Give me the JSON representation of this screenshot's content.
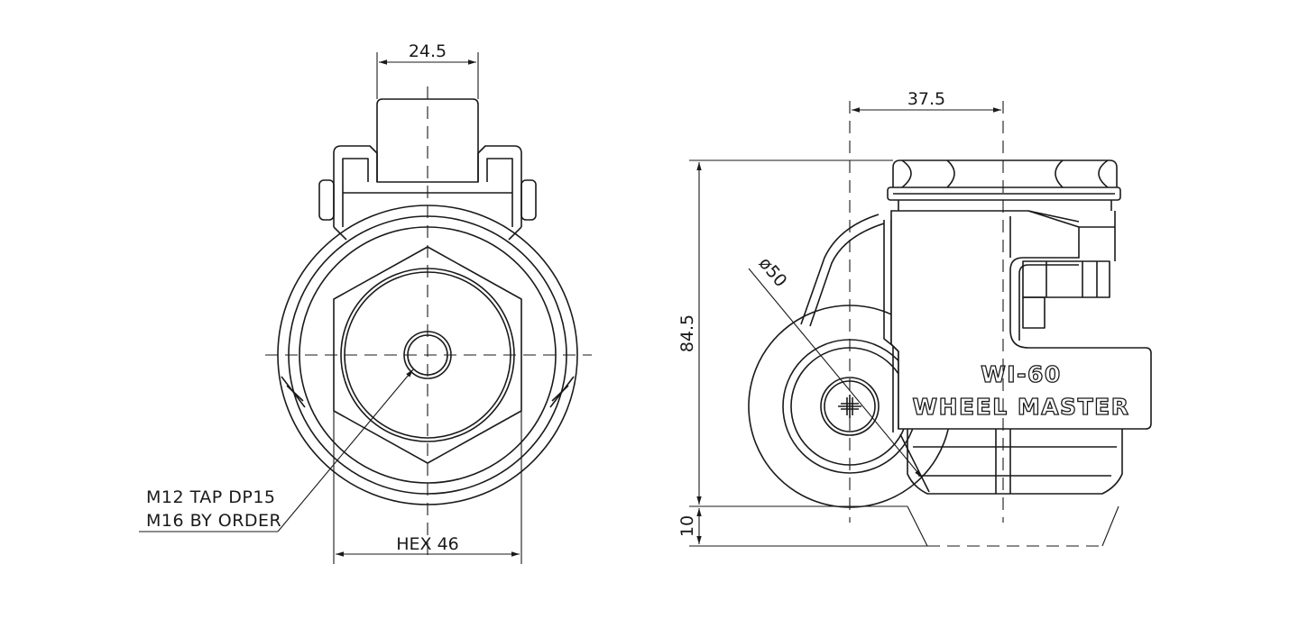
{
  "dimensions": {
    "yoke_width": "24.5",
    "hex_size": "HEX 46",
    "offset": "37.5",
    "height": "84.5",
    "wheel_diameter": "ø50",
    "adjust": "10"
  },
  "notes": {
    "tap_line1": "M12 TAP DP15",
    "tap_line2": "M16 BY ORDER"
  },
  "branding": {
    "model": "WI-60",
    "name": "WHEEL MASTER"
  },
  "colors": {
    "line": "#1a1a1a",
    "background": "#ffffff"
  }
}
